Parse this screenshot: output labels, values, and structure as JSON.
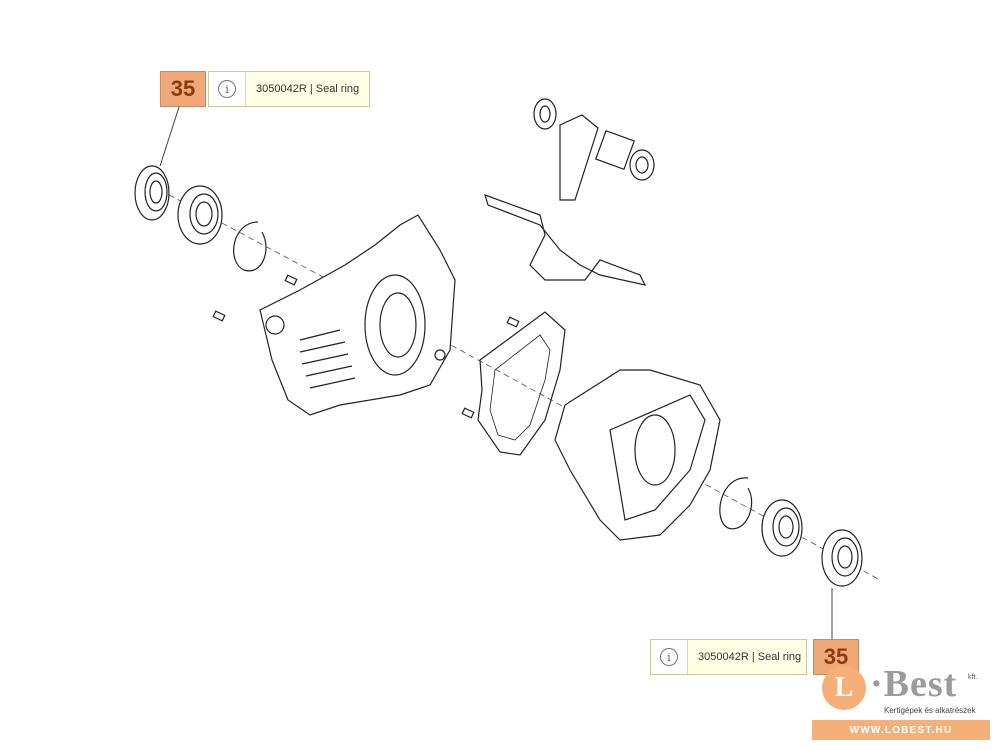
{
  "callouts": [
    {
      "number": "35",
      "info_icon": "info-icon",
      "text": "3050042R | Seal ring"
    },
    {
      "number": "35",
      "info_icon": "info-icon",
      "text": "3050042R | Seal ring"
    }
  ],
  "logo": {
    "mark": "L",
    "name": "·Best",
    "suffix": "kft.",
    "tagline": "Kertigépek és alkatrészek",
    "url": "WWW.LOBEST.HU"
  },
  "colors": {
    "badge": "#f0a878",
    "tooltip_bg": "#ffffe6",
    "logo_accent": "#f5b07a"
  }
}
